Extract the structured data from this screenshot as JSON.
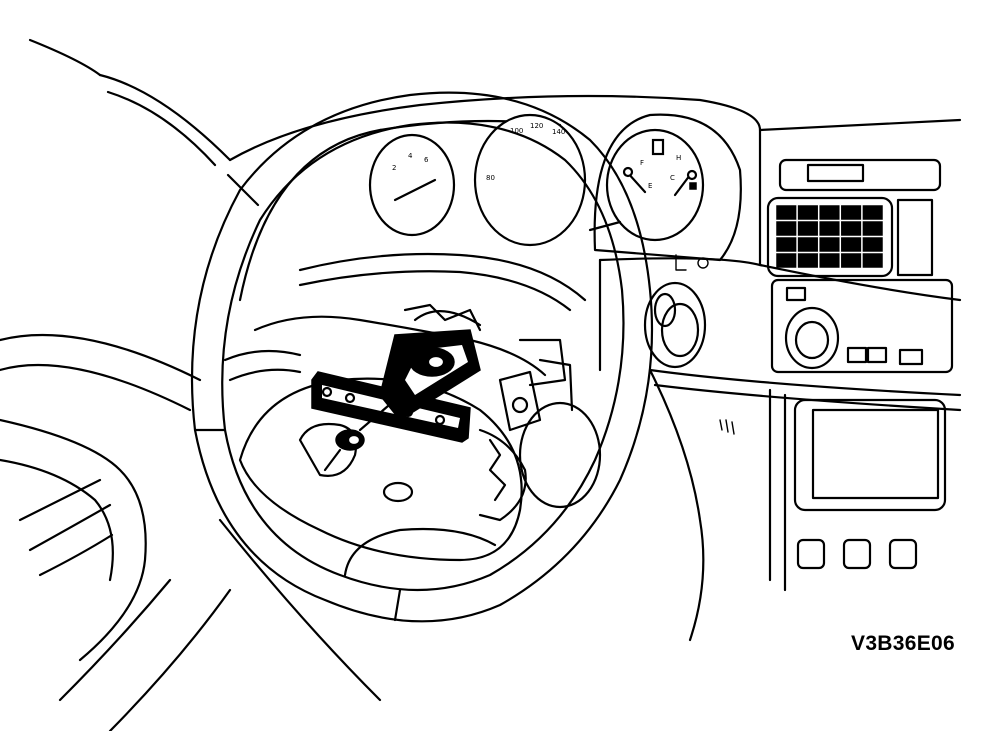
{
  "figure": {
    "code": "V3B36E06"
  },
  "gauges": {
    "tachometer_numbers": [
      "2",
      "4",
      "6"
    ],
    "speedometer_numbers": [
      "80",
      "100",
      "120",
      "140"
    ],
    "fuel_temp_marks": [
      "F",
      "E",
      "H",
      "C"
    ]
  },
  "dash": {
    "vent_rows": 4,
    "vent_cols": 5,
    "lower_buttons": 3
  }
}
